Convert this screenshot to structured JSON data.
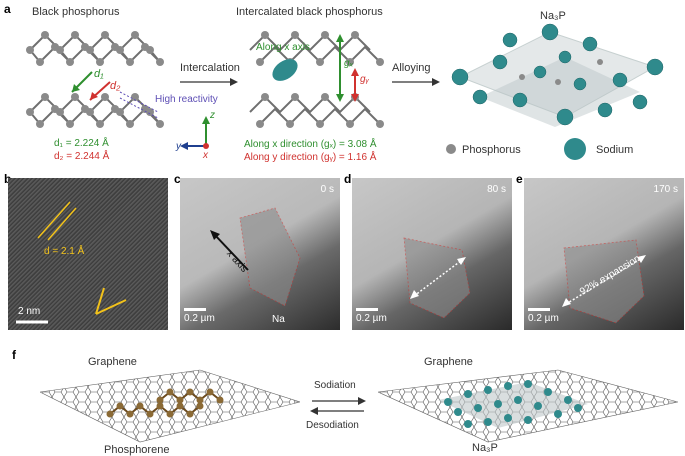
{
  "panel_a": {
    "label": "a",
    "black_p_title": "Black phosphorus",
    "intercalated_title": "Intercalated black phosphorus",
    "na3p_title": "Na₃P",
    "arrow1_label": "Intercalation",
    "arrow2_label": "Alloying",
    "d1_label": "d₁",
    "d2_label": "d₂",
    "high_reactivity": "High reactivity",
    "d1_value": "d₁ = 2.224 Å",
    "d2_value": "d₂ = 2.244 Å",
    "along_x_axis": "Along x axis",
    "gx_label": "gₓ",
    "gy_label": "gᵧ",
    "gx_value": "Along x direction (gₓ) = 3.08 Å",
    "gy_value": "Along y direction (gᵧ) = 1.16 Å",
    "axis_x": "x",
    "axis_y": "y",
    "axis_z": "z",
    "legend_phosphorus": "Phosphorus",
    "legend_sodium": "Sodium",
    "colors": {
      "phosphorus": "#7a7a7a",
      "sodium": "#2f8a8c",
      "green": "#2f8f2f",
      "red": "#d0322f",
      "purple": "#5e4fb5"
    }
  },
  "panel_b": {
    "label": "b",
    "d_spacing": "d = 2.1 Å",
    "scale": "2 nm"
  },
  "panel_c": {
    "label": "c",
    "time": "0 s",
    "axis_text": "x axis",
    "na_text": "Na",
    "scale": "0.2 µm"
  },
  "panel_d": {
    "label": "d",
    "time": "80 s",
    "scale": "0.2 µm"
  },
  "panel_e": {
    "label": "e",
    "time": "170 s",
    "expansion": "92% expansion",
    "scale": "0.2 µm"
  },
  "panel_f": {
    "label": "f",
    "graphene_left": "Graphene",
    "graphene_right": "Graphene",
    "phosphorene": "Phosphorene",
    "na3p": "Na₃P",
    "sodiation": "Sodiation",
    "desodiation": "Desodiation"
  }
}
